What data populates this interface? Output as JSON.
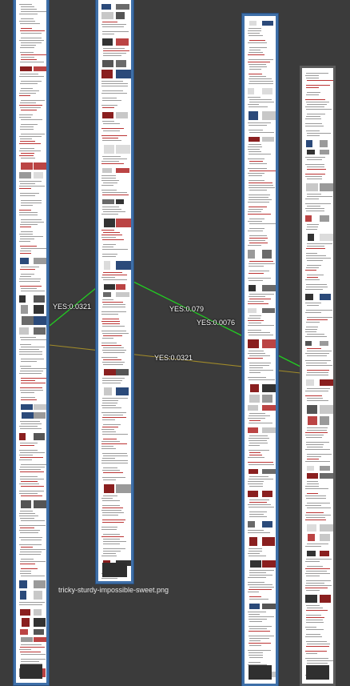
{
  "canvas": {
    "caption": "tricky-sturdy-impossible-sweet.png"
  },
  "links": [
    {
      "name": "link-1",
      "label": "YES:0.0321",
      "color": "#22cc22"
    },
    {
      "name": "link-2",
      "label": "YES:0.079",
      "color": "#22cc22"
    },
    {
      "name": "link-3",
      "label": "YES:0.0076",
      "color": "#22cc22"
    },
    {
      "name": "link-4",
      "label": "YES:0.0321",
      "color": "#a08a2a"
    }
  ],
  "colors": {
    "background": "#3b3b3b",
    "selected_border": "#3e6fa8",
    "green_link": "#22cc22",
    "olive_link": "#a08a2a"
  }
}
